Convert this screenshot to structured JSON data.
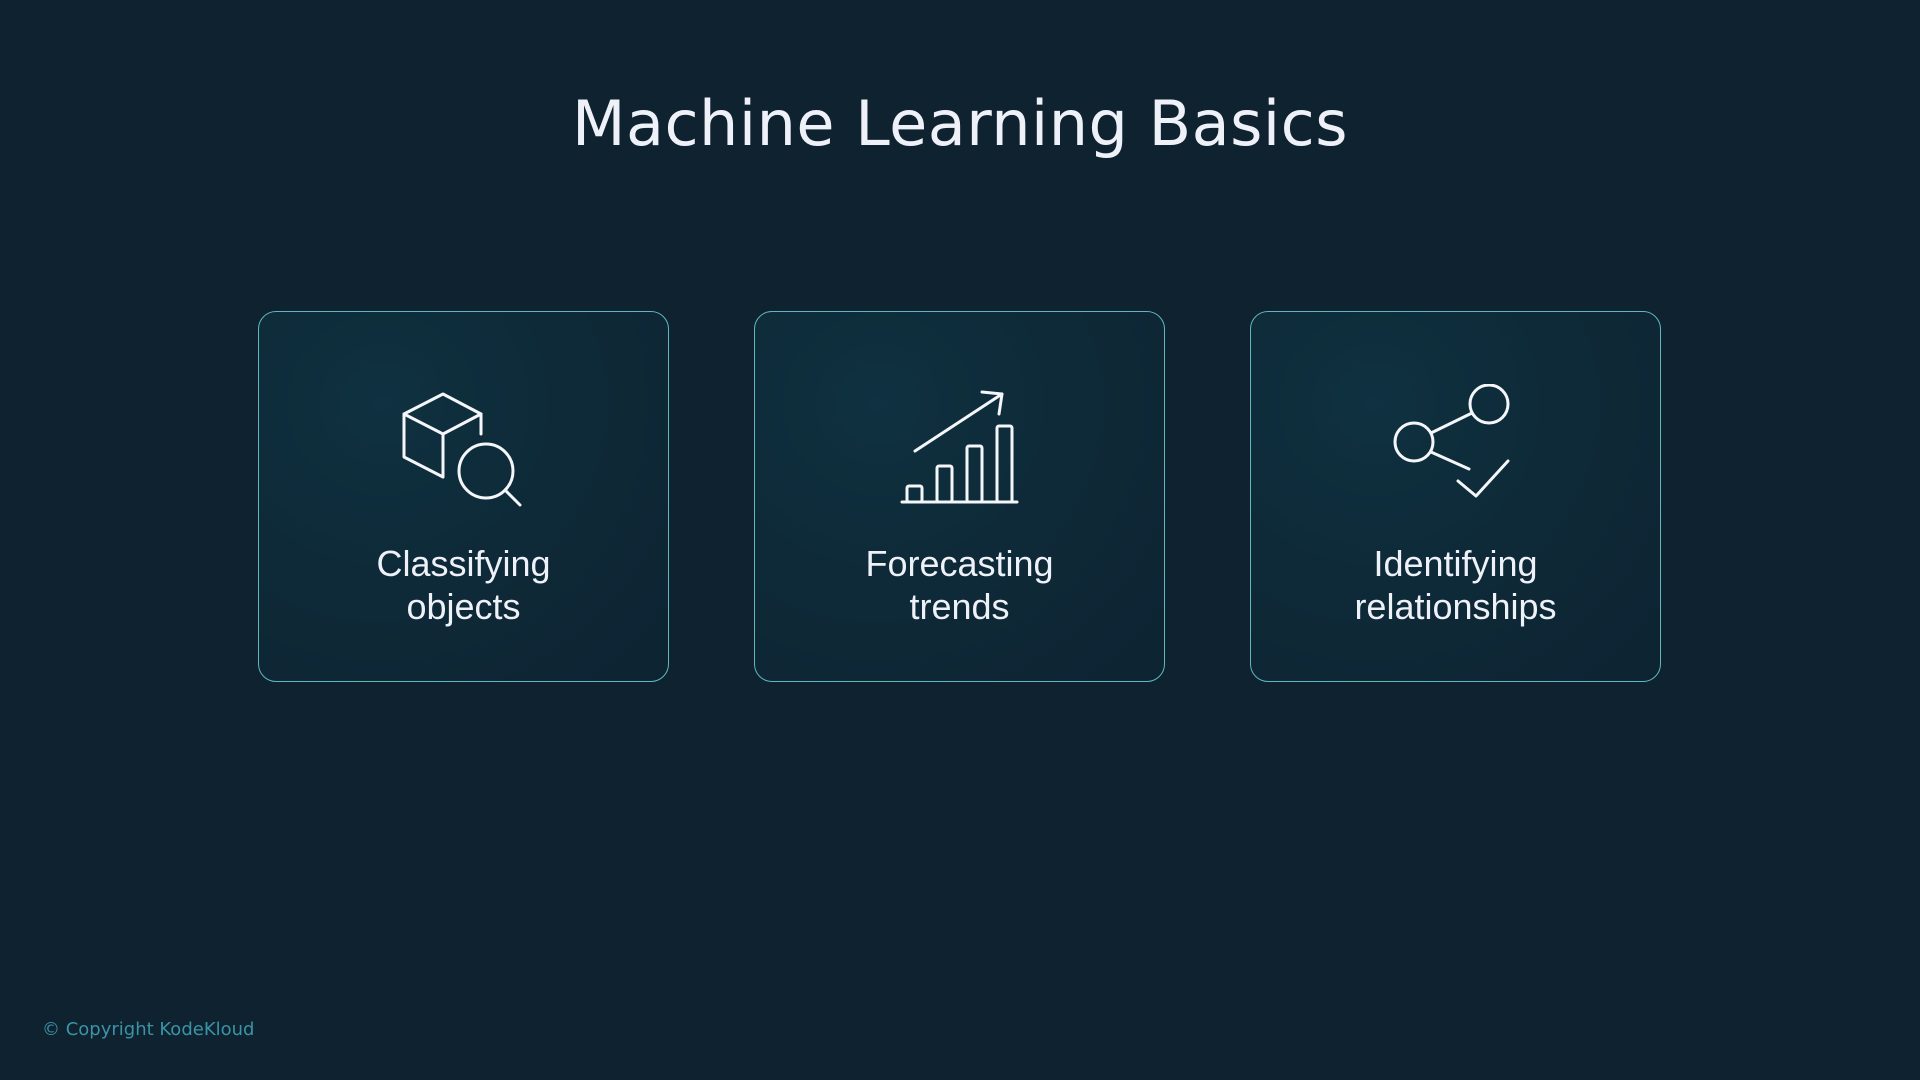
{
  "slide": {
    "title": "Machine Learning Basics",
    "cards": [
      {
        "icon": "cube-search-icon",
        "label_line1": "Classifying",
        "label_line2": "objects"
      },
      {
        "icon": "bar-chart-trend-icon",
        "label_line1": "Forecasting",
        "label_line2": "trends"
      },
      {
        "icon": "share-nodes-check-icon",
        "label_line1": "Identifying",
        "label_line2": "relationships"
      }
    ],
    "footer": {
      "copyright": "© Copyright KodeKloud"
    }
  },
  "colors": {
    "background": "#0f2230",
    "card_border": "#5fb8bd",
    "text": "#eef1f8",
    "copyright": "#3a93a6"
  }
}
